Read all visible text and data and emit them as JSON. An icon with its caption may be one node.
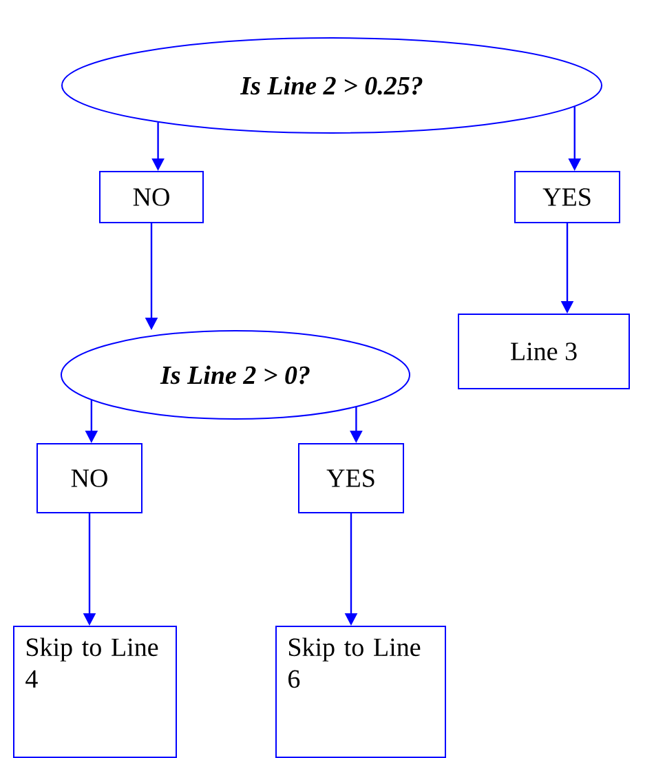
{
  "diagram": {
    "nodes": [
      {
        "text": [
          "Is Line 2 > 0.25?"
        ]
      },
      {
        "text": [
          "NO"
        ]
      },
      {
        "text": [
          "YES"
        ]
      },
      {
        "text": [
          "Line 3"
        ]
      },
      {
        "text": [
          "Is Line 2 > 0?"
        ]
      },
      {
        "text": [
          "NO"
        ]
      },
      {
        "text": [
          "YES"
        ]
      },
      {
        "text": [
          "Skip to Line 4"
        ]
      },
      {
        "text": [
          "Skip to Line 6"
        ]
      }
    ],
    "edges": [
      {
        "from": 0,
        "to": 1,
        "arrow": "to"
      },
      {
        "from": 0,
        "to": 2,
        "arrow": "to"
      },
      {
        "from": 2,
        "to": 3,
        "arrow": "to"
      },
      {
        "from": 1,
        "to": 4,
        "arrow": "to"
      },
      {
        "from": 4,
        "to": 5,
        "arrow": "to"
      },
      {
        "from": 4,
        "to": 6,
        "arrow": "to"
      },
      {
        "from": 5,
        "to": 7,
        "arrow": "to"
      },
      {
        "from": 6,
        "to": 8,
        "arrow": "to"
      }
    ]
  }
}
